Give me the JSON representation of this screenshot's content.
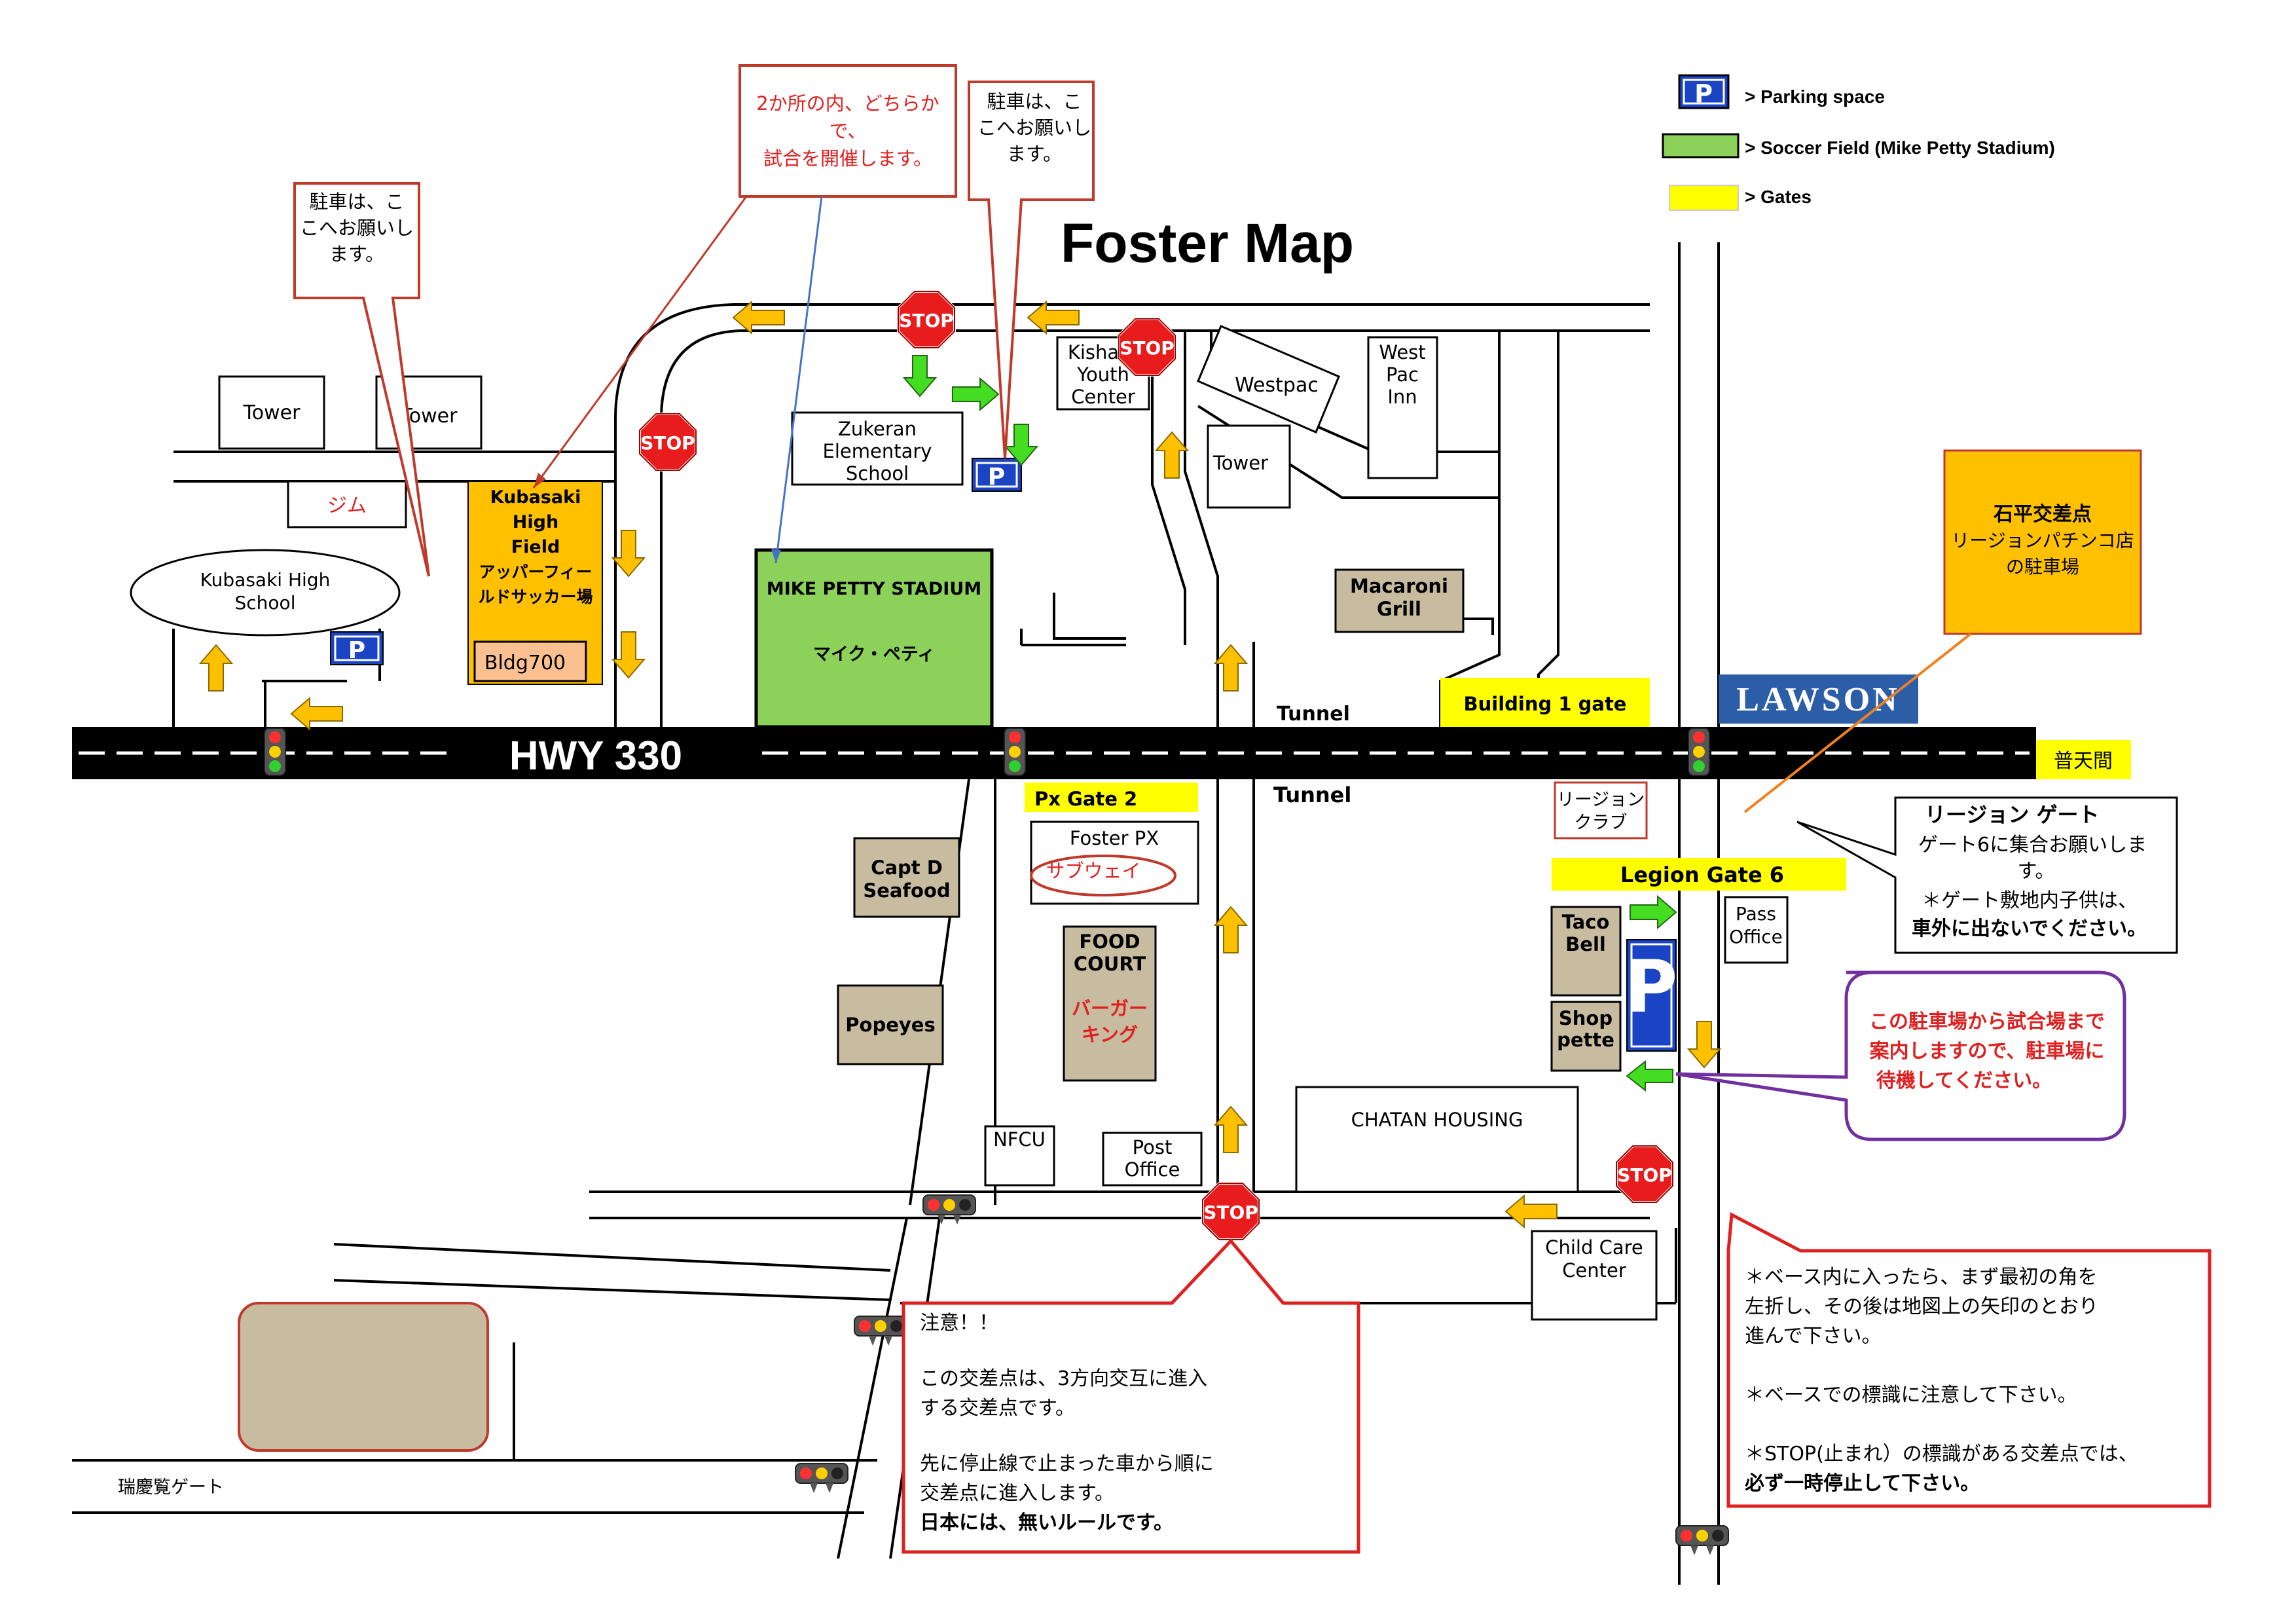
{
  "title": "Foster Map",
  "legend": {
    "parking": "> Parking space",
    "soccer": "> Soccer Field (Mike Petty Stadium)",
    "gates": "> Gates",
    "parking_icon": "P",
    "colors": {
      "parking": "#1a44c4",
      "soccer": "#8cd15a",
      "gates": "#ffff00"
    }
  },
  "highway": {
    "label": "HWY 330",
    "right_label": "普天間"
  },
  "callouts": {
    "parking_left": [
      "駐車は、こ",
      "こへお願いし",
      "ます。"
    ],
    "stadium_choice": [
      "2か所の内、どちらか",
      "で、",
      "試合を開催します。"
    ],
    "parking_center": [
      "駐車は、こ",
      "こへお願いし",
      "ます。"
    ],
    "ishihira": [
      "石平交差点",
      "リージョンパチンコ店",
      "の駐車場"
    ],
    "legion_gate": [
      "リージョン ゲート",
      "ゲート6に集合お願いしま",
      "す。",
      "＊ゲート敷地内子供は、",
      "車外に出ないでください。"
    ],
    "guide": [
      "この駐車場から試合場まで",
      "案内しますので、駐車場に",
      "待機してください。"
    ],
    "caution": [
      "注意！！",
      "",
      "この交差点は、3方向交互に進入",
      "する交差点です。",
      "",
      "先に停止線で止まった車から順に",
      "交差点に進入します。",
      "日本には、無いルールです。"
    ],
    "instructions": [
      "＊ベース内に入ったら、まず最初の角を",
      "左折し、その後は地図上の矢印のとおり",
      "進んで下さい。",
      "",
      "＊ベースでの標識に注意して下さい。",
      "",
      "＊STOP(止まれ）の標識がある交差点では、",
      "必ず一時停止して下さい。"
    ]
  },
  "buildings": {
    "tower1": "Tower",
    "tower2": "Tower",
    "tower3": "Tower",
    "gym": "ジム",
    "kubasaki_high": [
      "Kubasaki High",
      "School"
    ],
    "kubasaki_field": [
      "Kubasaki",
      "High",
      "Field",
      "アッパーフィー",
      "ルドサッカー場"
    ],
    "bldg700": "Bldg700",
    "zukeran": [
      "Zukeran",
      "Elementary",
      "School"
    ],
    "stadium": [
      "MIKE PETTY STADIUM",
      "マイク・ペティ"
    ],
    "kisha": [
      "Kisha",
      "Youth",
      "Center"
    ],
    "westpac": "Westpac",
    "westpac_inn": [
      "West",
      "Pac",
      "Inn"
    ],
    "macaroni": [
      "Macaroni",
      "Grill"
    ],
    "tunnel_top": "Tunnel",
    "tunnel_bottom": "Tunnel",
    "building1_gate": "Building 1 gate",
    "lawson": "LAWSON",
    "px_gate": "Px Gate 2",
    "foster_px": "Foster PX",
    "subway": "サブウェイ",
    "capt_d": [
      "Capt D",
      "Seafood"
    ],
    "popeyes": "Popeyes",
    "food_court": [
      "FOOD",
      "COURT",
      "バーガー",
      "キング"
    ],
    "nfcu": "NFCU",
    "post_office": [
      "Post",
      "Office"
    ],
    "legion_club": [
      "リージョン",
      "クラブ"
    ],
    "legion_gate6": "Legion Gate 6",
    "taco_bell": [
      "Taco",
      "Bell"
    ],
    "shoppette": [
      "Shop",
      "pette"
    ],
    "pass_office": [
      "Pass",
      "Office"
    ],
    "chatan_housing": "CHATAN HOUSING",
    "child_care": [
      "Child Care",
      "Center"
    ],
    "zukeran_gate": "瑞慶覧ゲート",
    "stop": "STOP"
  }
}
